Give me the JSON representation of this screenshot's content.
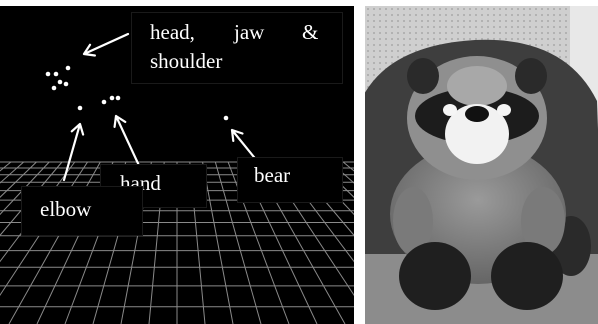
{
  "labels": {
    "head_jaw_shoulder_line1_word1": "head,",
    "head_jaw_shoulder_line1_word2": "jaw",
    "head_jaw_shoulder_line1_word3": "&",
    "head_jaw_shoulder_line2": "shoulder",
    "hand": "hand",
    "bear": "bear",
    "elbow": "elbow"
  },
  "colors": {
    "left_background": "#000000",
    "grid_color": "#8a8a8a",
    "marker_color": "#ffffff",
    "label_color": "#ffffff"
  }
}
